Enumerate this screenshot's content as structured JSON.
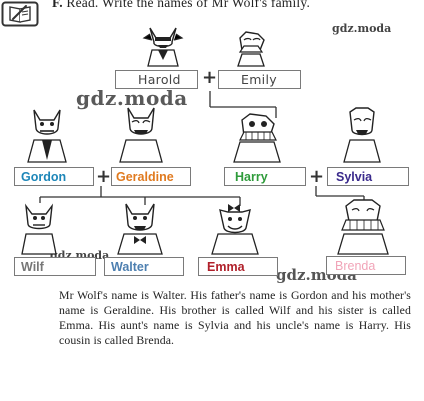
{
  "header": {
    "exercise_letter": "F.",
    "instruction": "Read. Write the names of Mr Wolf's family.",
    "icon": "book-writing-icon"
  },
  "watermarks": {
    "top": "gdz.moda",
    "big": "gdz.moda",
    "small": "gdz.moda",
    "right": "gdz.moda"
  },
  "family": {
    "grandfather": "Harold",
    "grandmother": "Emily",
    "father": "Gordon",
    "mother": "Geraldine",
    "uncle": "Harry",
    "aunt": "Sylvia",
    "brother": "Wilf",
    "self": "Walter",
    "sister": "Emma",
    "cousin": "Brenda"
  },
  "colors": {
    "gordon": "#1d86b8",
    "geraldine": "#e07a1f",
    "harry": "#2e9b3a",
    "sylvia": "#3a2a8c",
    "wilf": "#777777",
    "walter": "#4d7fb0",
    "emma": "#b0202a",
    "brenda": "#f1a4b8"
  },
  "plus_sign": "+",
  "story": "Mr Wolf's name is Walter. His father's name is Gordon and his mother's name is Geraldine. His brother is called Wilf and his sister is called Emma. His aunt's name is Sylvia and his uncle's name is Harry. His cousin is called Brenda."
}
